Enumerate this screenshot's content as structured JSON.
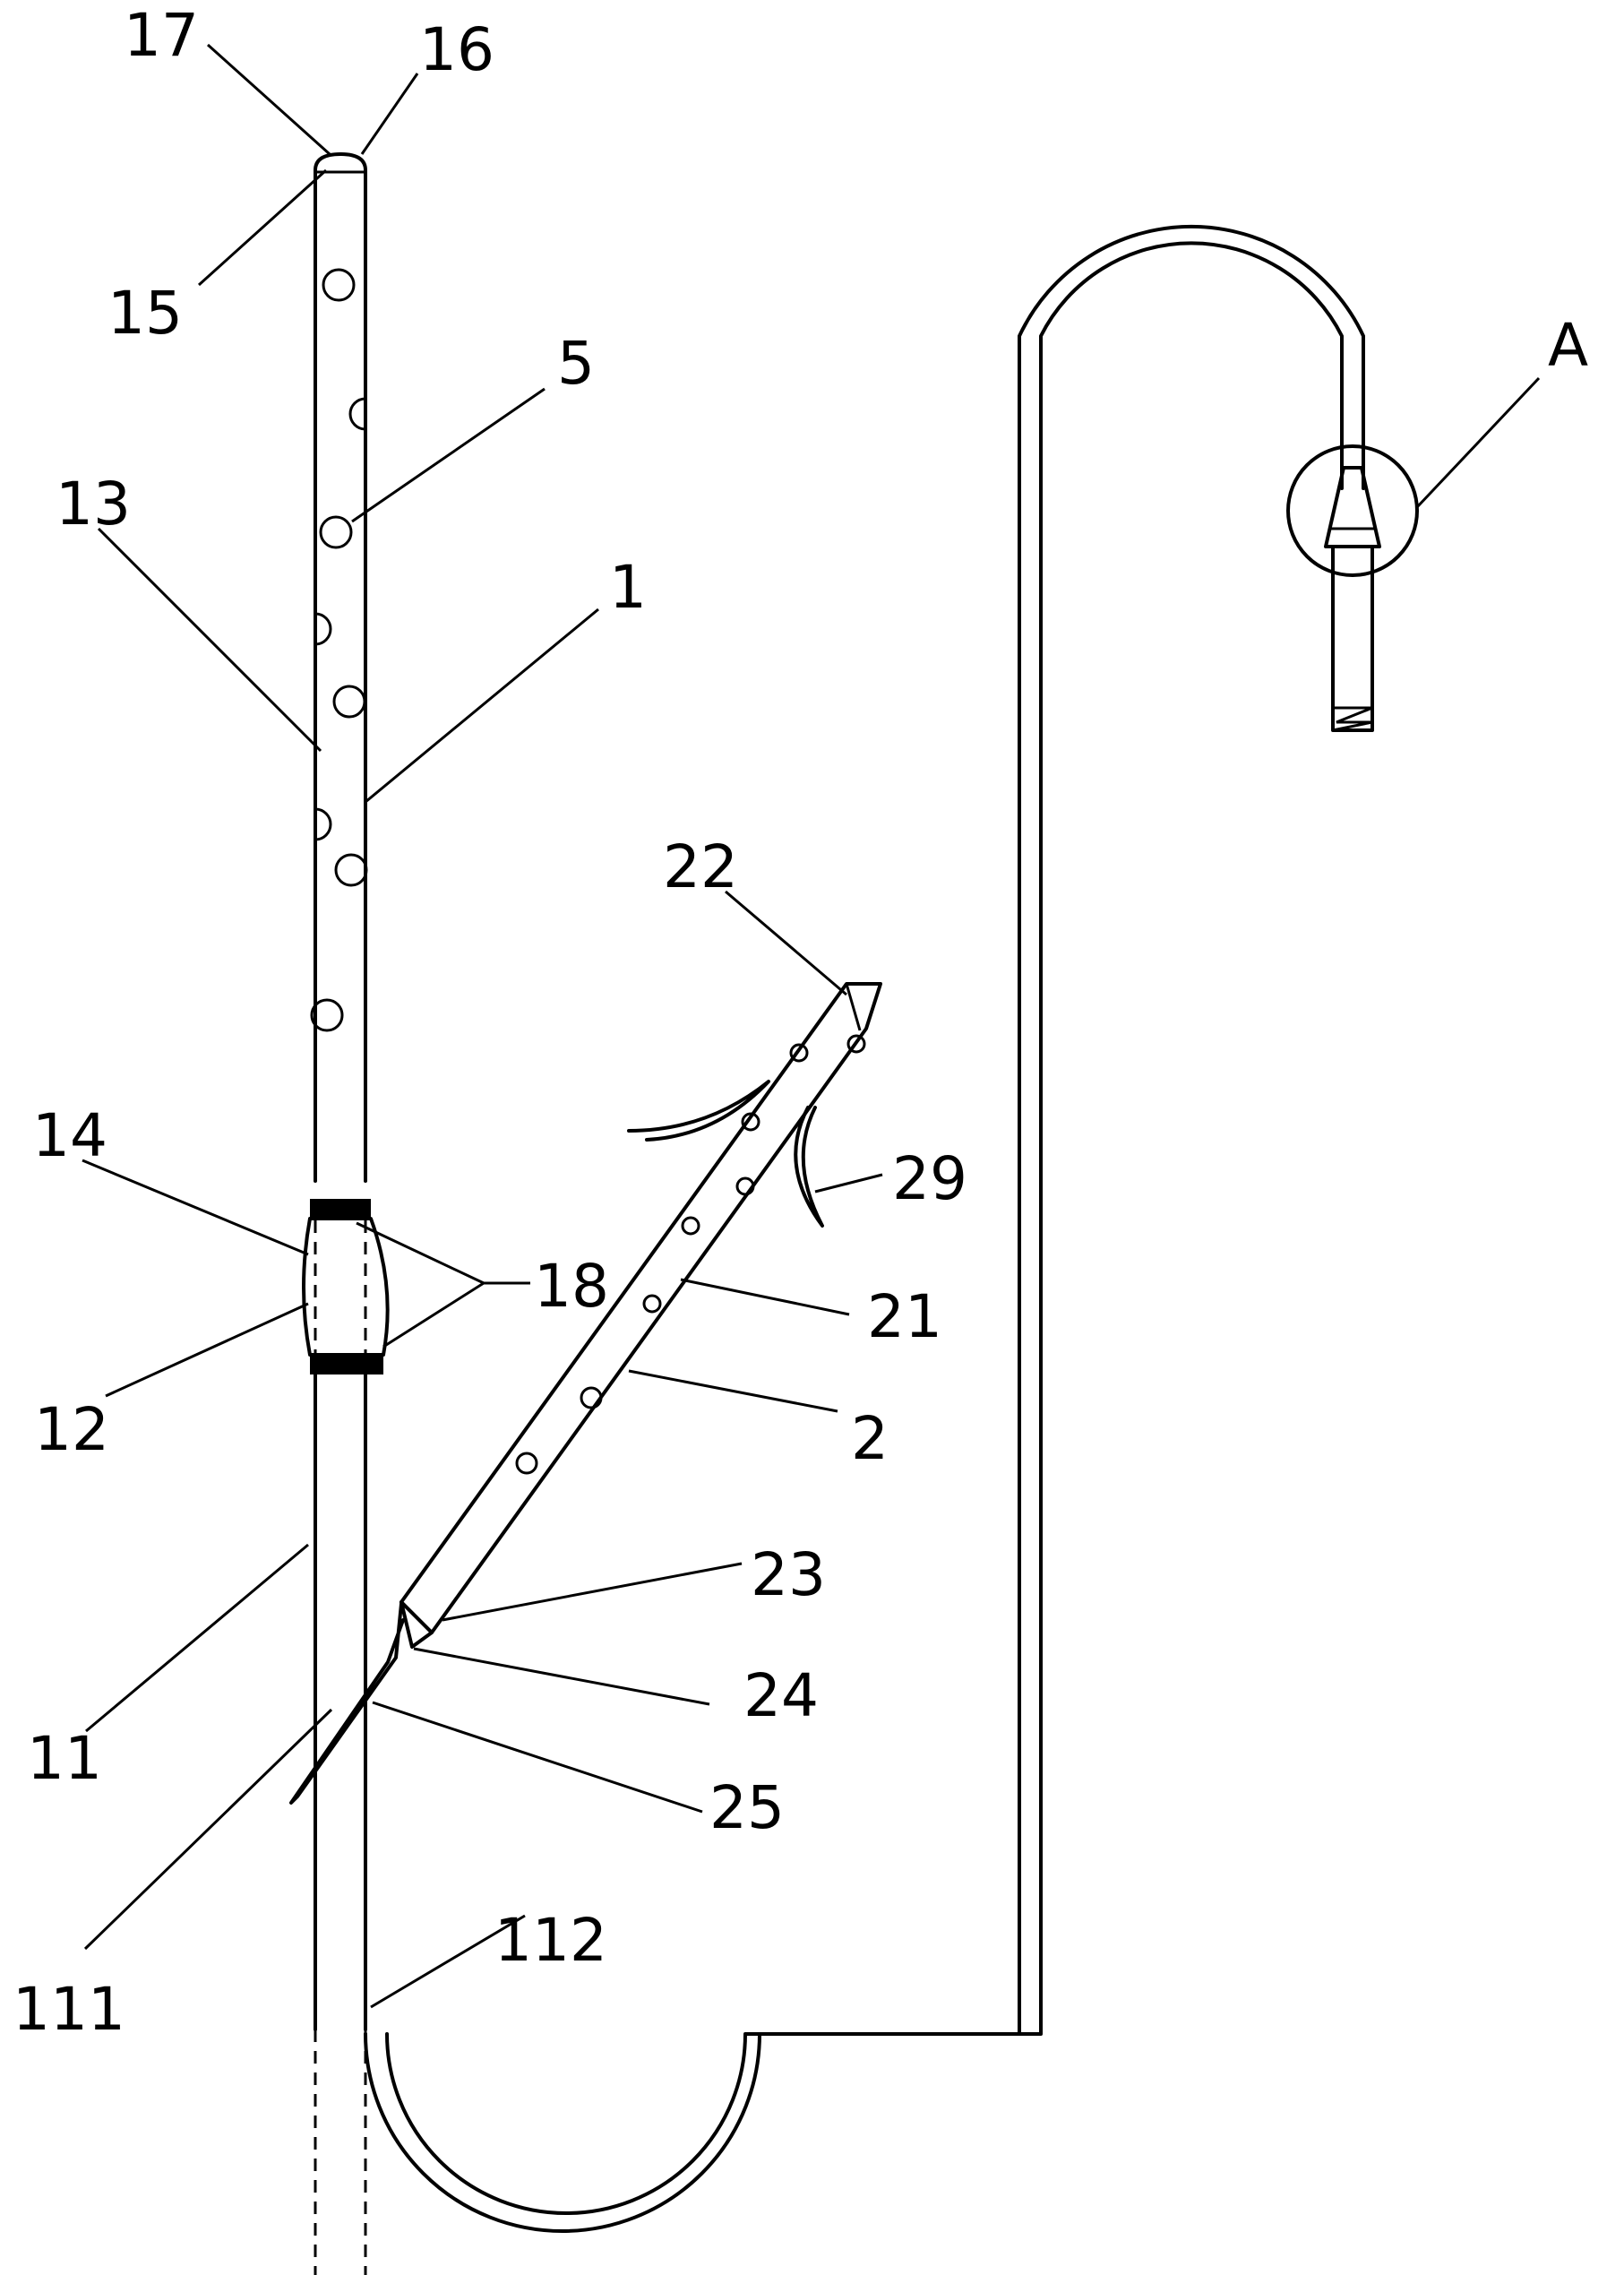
{
  "labels": {
    "l17": "17",
    "l16": "16",
    "l15": "15",
    "l5": "5",
    "l13": "13",
    "l1": "1",
    "lA": "A",
    "l22": "22",
    "l29": "29",
    "l21": "21",
    "l14": "14",
    "l18": "18",
    "l12": "12",
    "l2": "2",
    "l23": "23",
    "l24": "24",
    "l25": "25",
    "l11": "11",
    "l111": "111",
    "l112": "112"
  }
}
